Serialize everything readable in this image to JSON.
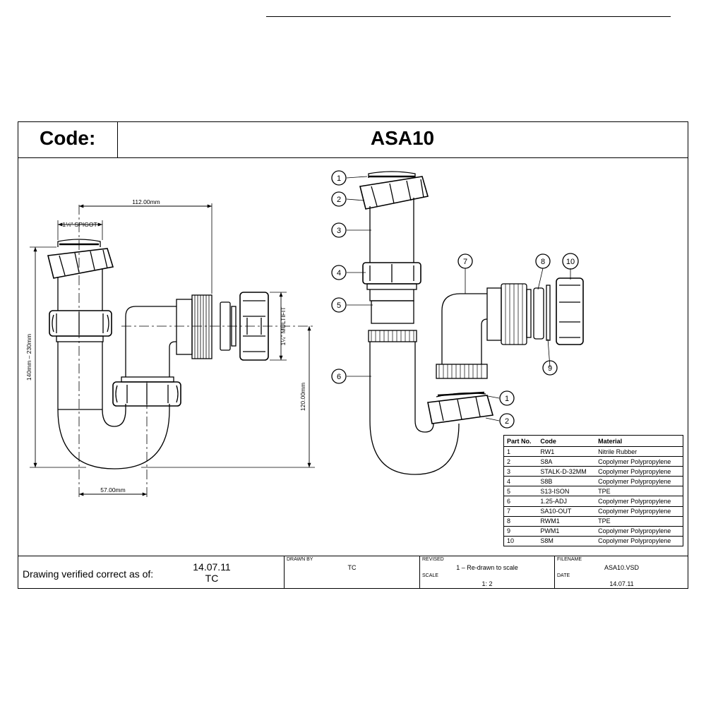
{
  "header": {
    "code_label": "Code:",
    "code_value": "ASA10"
  },
  "dimensions": {
    "width_top": "112.00mm",
    "spigot": "1¼\" SPIGOT",
    "height_range": "140mm – 230mm",
    "height_outlet": "120.00mm",
    "multifit": "1¼\" MULTIFIT",
    "width_bottom": "57.00mm"
  },
  "callouts": [
    "1",
    "2",
    "3",
    "4",
    "5",
    "6",
    "7",
    "8",
    "9",
    "10"
  ],
  "parts_table": {
    "headers": [
      "Part No.",
      "Code",
      "Material"
    ],
    "rows": [
      [
        "1",
        "RW1",
        "Nitrile Rubber"
      ],
      [
        "2",
        "S8A",
        "Copolymer Polypropylene"
      ],
      [
        "3",
        "STALK-D-32MM",
        "Copolymer Polypropylene"
      ],
      [
        "4",
        "S8B",
        "Copolymer Polypropylene"
      ],
      [
        "5",
        "S13-ISON",
        "TPE"
      ],
      [
        "6",
        "1.25-ADJ",
        "Copolymer Polypropylene"
      ],
      [
        "7",
        "SA10-OUT",
        "Copolymer Polypropylene"
      ],
      [
        "8",
        "RWM1",
        "TPE"
      ],
      [
        "9",
        "PWM1",
        "Copolymer Polypropylene"
      ],
      [
        "10",
        "S8M",
        "Copolymer Polypropylene"
      ]
    ]
  },
  "footer": {
    "verified_label": "Drawing verified  correct as of:",
    "verified_date": "14.07.11",
    "verified_by": "TC",
    "drawn_by_label": "DRAWN BY",
    "drawn_by": "TC",
    "revised_label": "REVISED",
    "revised": "1 – Re-drawn to scale",
    "filename_label": "FILENAME",
    "filename": "ASA10.VSD",
    "scale_label": "SCALE",
    "scale": "1: 2",
    "date_label": "DATE",
    "date": "14.07.11"
  }
}
